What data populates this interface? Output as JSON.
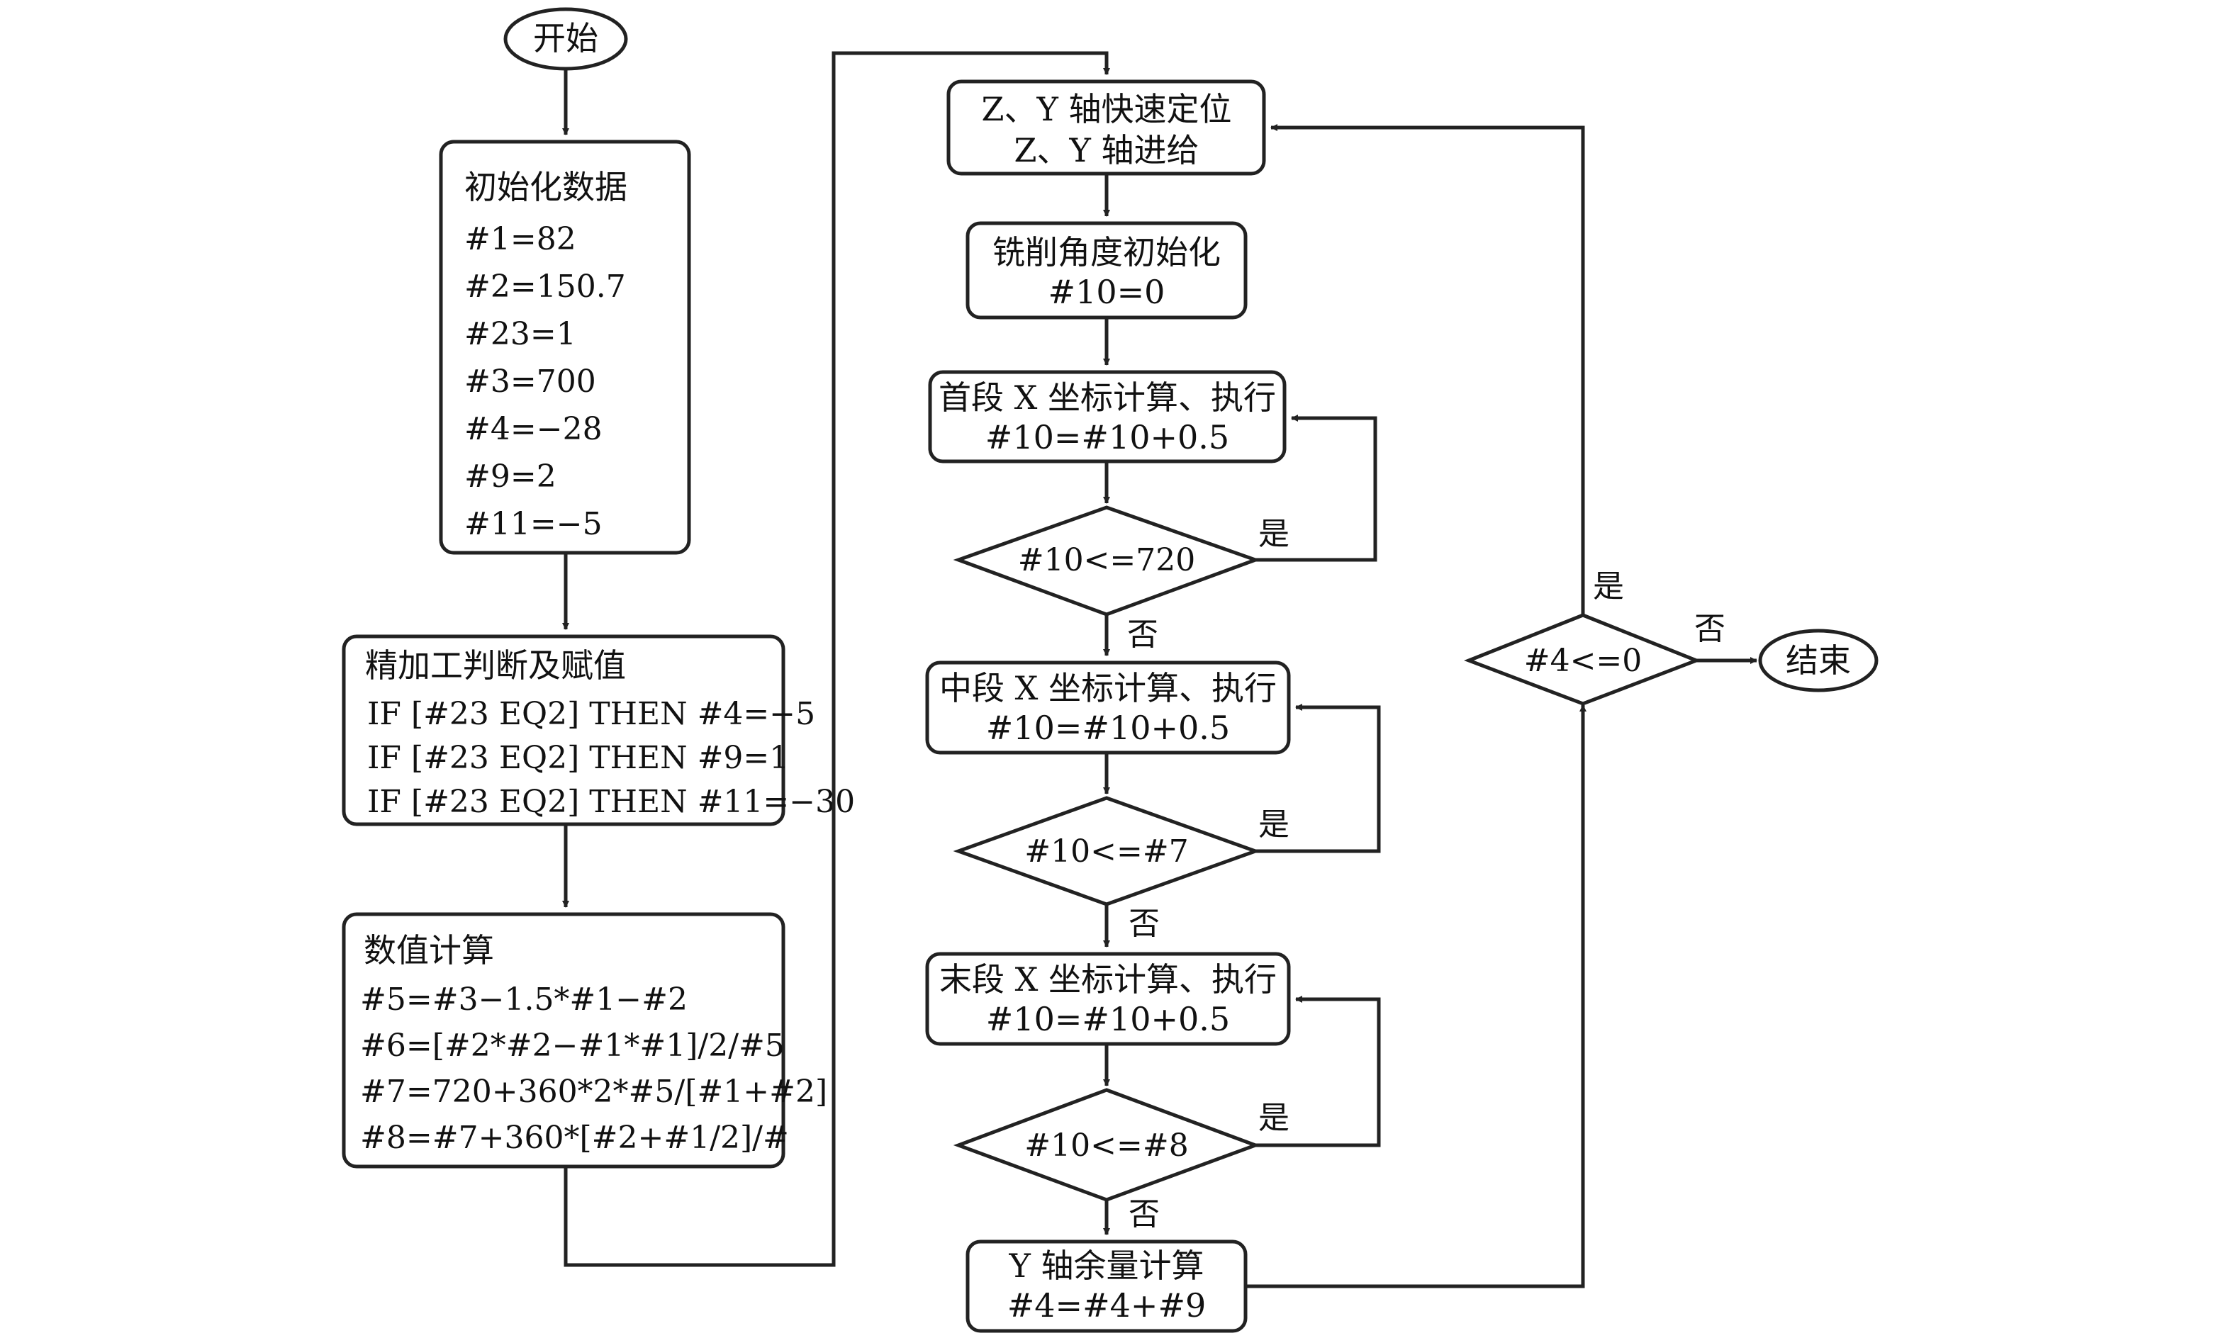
{
  "start": "开始",
  "end": "结束",
  "init": {
    "title": "初始化数据",
    "lines": [
      "#1=82",
      "#2=150.7",
      "#23=1",
      "#3=700",
      "#4=−28",
      "#9=2",
      "#11=−5"
    ]
  },
  "finish": {
    "title": "精加工判断及赋值",
    "lines": [
      "IF [#23 EQ2] THEN #4=−5",
      "IF [#23 EQ2] THEN #9=1",
      "IF [#23 EQ2] THEN #11=−30"
    ]
  },
  "calc": {
    "title": "数值计算",
    "lines": [
      "#5=#3−1.5*#1−#2",
      "#6=[#2*#2−#1*#1]/2/#5",
      "#7=720+360*2*#5/[#1+#2]",
      "#8=#7+360*[#2+#1/2]/#"
    ]
  },
  "zy": {
    "line1": "Z、Y 轴快速定位",
    "line2": "Z、Y 轴进给"
  },
  "angle": {
    "line1": "铣削角度初始化",
    "line2": "#10=0"
  },
  "seg1": {
    "line1": "首段 X 坐标计算、执行",
    "line2": "#10=#10+0.5"
  },
  "cond1": "#10<=720",
  "seg2": {
    "line1": "中段 X 坐标计算、执行",
    "line2": "#10=#10+0.5"
  },
  "cond2": "#10<=#7",
  "seg3": {
    "line1": "末段 X 坐标计算、执行",
    "line2": "#10=#10+0.5"
  },
  "cond3": "#10<=#8",
  "yrem": {
    "line1": "Y 轴余量计算",
    "line2": "#4=#4+#9"
  },
  "cond4": "#4<=0",
  "labels": {
    "yes": "是",
    "no": "否"
  }
}
